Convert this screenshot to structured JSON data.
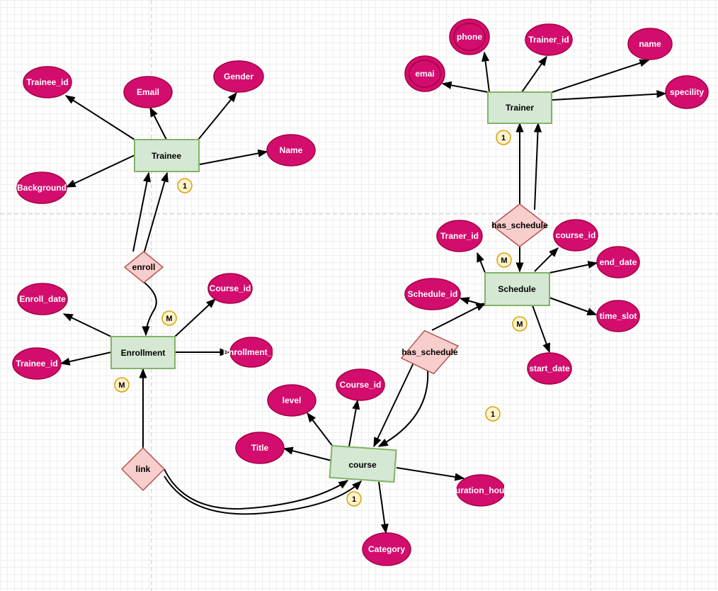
{
  "entities": {
    "trainee": "Trainee",
    "trainer": "Trainer",
    "enrollment": "Enrollment",
    "schedule": "Schedule",
    "course": "course"
  },
  "relationships": {
    "enroll": "enroll",
    "trainer_schedule": "has_schedule",
    "course_schedule": "has_schedule",
    "link": "link"
  },
  "attributes": {
    "trainee_id": "Trainee_id",
    "trainee_email": "Email",
    "trainee_gender": "Gender",
    "trainee_name": "Name",
    "trainee_background": "Background",
    "trainer_phone": "phone",
    "trainer_id": "Trainer_id",
    "trainer_name": "name",
    "trainer_email": "emai",
    "trainer_specility": "specility",
    "schedule_trainer_id": "Traner_id",
    "schedule_course_id": "course_id",
    "schedule_end_date": "end_date",
    "schedule_id": "Schedule_id",
    "schedule_time_slot": "time_slot",
    "schedule_start_date": "start_date",
    "enroll_date": "Enroll_date",
    "enroll_course_id": "Course_id",
    "enroll_trainee_id": "Trainee_id",
    "enroll_enrollment_id": "Enrollment_id",
    "course_level": "level",
    "course_id": "Course_id",
    "course_title": "Title",
    "course_duration": "Duration_hours",
    "course_category": "Category"
  },
  "cardinalities": {
    "trainee_one": "1",
    "trainer_one": "1",
    "schedule_many_trainer": "M",
    "schedule_many_course": "M",
    "enrollment_many_trainee": "M",
    "enrollment_many_course": "M",
    "course_one_link": "1",
    "course_one_schedule": "1"
  },
  "colors": {
    "attribute_fill": "#d30d6e",
    "entity_fill": "#d5e8d4",
    "entity_border": "#82b366",
    "relationship_fill": "#f8cecc",
    "relationship_border": "#b85450",
    "cardinality_fill": "#fff2cc",
    "cardinality_border": "#d6a30c"
  }
}
